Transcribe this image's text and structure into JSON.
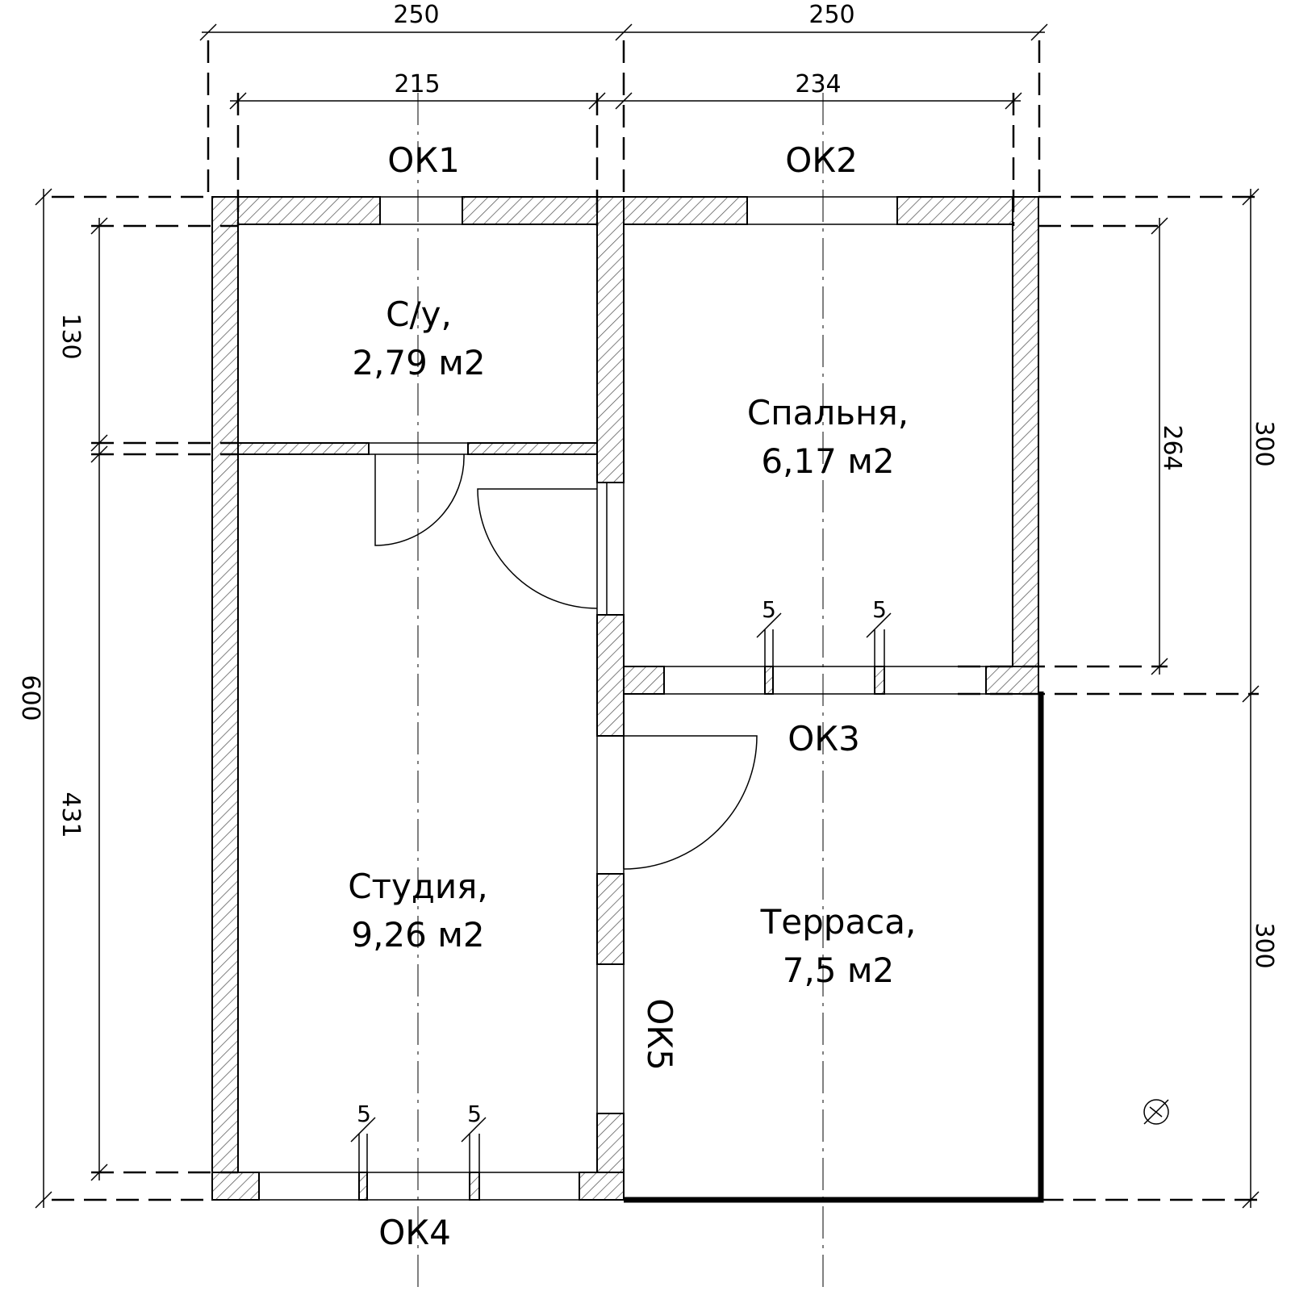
{
  "dimensions": {
    "top_outer_left": "250",
    "top_outer_right": "250",
    "top_inner_left": "215",
    "top_inner_right": "234",
    "left_total": "600",
    "left_upper": "130",
    "left_lower": "431",
    "right_inner": "264",
    "right_upper": "300",
    "right_lower": "300",
    "small_gap_1": "5",
    "small_gap_2": "5",
    "small_gap_3": "5",
    "small_gap_4": "5"
  },
  "windows": {
    "ok1": "ОК1",
    "ok2": "ОК2",
    "ok3": "ОК3",
    "ok4": "ОК4",
    "ok5": "ОК5"
  },
  "rooms": {
    "bathroom": {
      "name": "С/у,",
      "area": "2,79 м2"
    },
    "bedroom": {
      "name": "Спальня,",
      "area": "6,17 м2"
    },
    "studio": {
      "name": "Студия,",
      "area": "9,26 м2"
    },
    "terrace": {
      "name": "Терраса,",
      "area": "7,5 м2"
    }
  }
}
